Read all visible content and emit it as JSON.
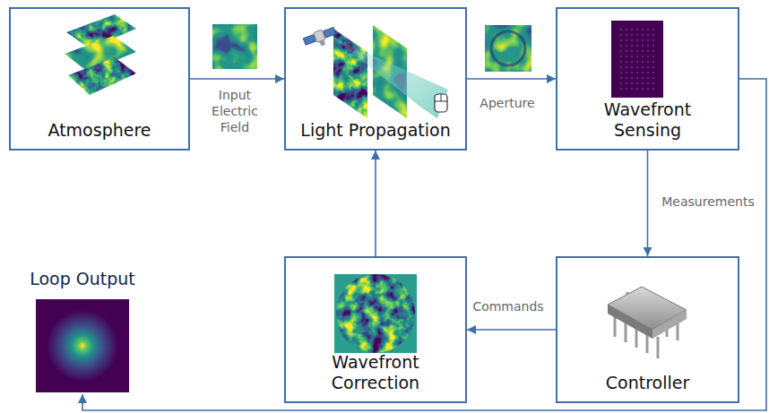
{
  "diagram": {
    "nodes": [
      {
        "text": [
          "Atmosphere"
        ]
      },
      {
        "text": [
          "Light Propagation"
        ]
      },
      {
        "text": [
          "Wavefront Sensing"
        ]
      },
      {
        "text": [
          "Loop Output"
        ]
      },
      {
        "text": [
          "Wavefront Correction"
        ]
      },
      {
        "text": [
          "Controller"
        ]
      }
    ],
    "edges": [
      {
        "from": 0,
        "to": 1,
        "label": "Input Electric Field",
        "arrow": "to"
      },
      {
        "from": 1,
        "to": 2,
        "label": "Aperture",
        "arrow": "to"
      },
      {
        "from": 2,
        "to": 5,
        "label": "Measurements",
        "arrow": "to"
      },
      {
        "from": 5,
        "to": 4,
        "label": "Commands",
        "arrow": "to"
      },
      {
        "from": 4,
        "to": 1,
        "arrow": "to"
      },
      {
        "from": 2,
        "to": 3,
        "arrow": "to"
      }
    ]
  }
}
